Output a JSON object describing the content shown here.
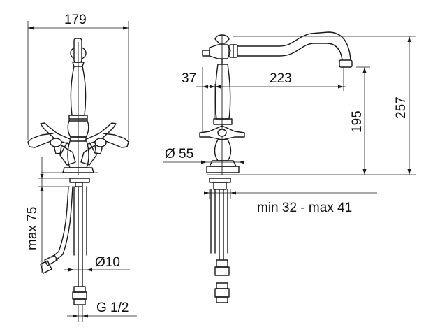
{
  "dimensions": {
    "width_front": "179",
    "reach_offset": "37",
    "spout_reach": "223",
    "spout_height": "195",
    "total_height": "257",
    "base_diameter": "Ø 55",
    "hose_length": "max 75",
    "shank_diameter": "Ø10",
    "connection_thread": "G 1/2",
    "counter_thickness": "min 32 - max 41"
  }
}
